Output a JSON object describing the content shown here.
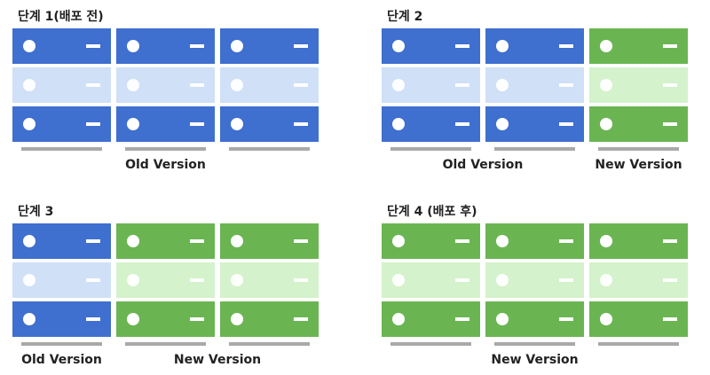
{
  "colors": {
    "old_dark": "#3f6fcf",
    "old_light": "#cfe0f7",
    "new_dark": "#6ab552",
    "new_light": "#d4f2cc"
  },
  "stages": [
    {
      "title": "단계 1(배포 전)",
      "columns": [
        "old",
        "old",
        "old"
      ],
      "labels": [
        {
          "text": "Old Version",
          "span": [
            0,
            2
          ]
        }
      ]
    },
    {
      "title": "단계 2",
      "columns": [
        "old",
        "old",
        "new"
      ],
      "labels": [
        {
          "text": "Old Version",
          "span": [
            0,
            1
          ]
        },
        {
          "text": "New Version",
          "span": [
            2,
            2
          ]
        }
      ]
    },
    {
      "title": "단계 3",
      "columns": [
        "old",
        "new",
        "new"
      ],
      "labels": [
        {
          "text": "Old Version",
          "span": [
            0,
            0
          ]
        },
        {
          "text": "New Version",
          "span": [
            1,
            2
          ]
        }
      ]
    },
    {
      "title": "단계 4 (배포 후)",
      "columns": [
        "new",
        "new",
        "new"
      ],
      "labels": [
        {
          "text": "New Version",
          "span": [
            0,
            2
          ]
        }
      ]
    }
  ]
}
